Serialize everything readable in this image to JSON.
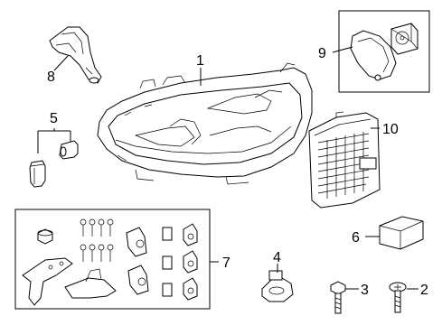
{
  "callouts": {
    "c1": "1",
    "c2": "2",
    "c3": "3",
    "c4": "4",
    "c5": "5",
    "c6": "6",
    "c7": "7",
    "c8": "8",
    "c9": "9",
    "c10": "10"
  },
  "icons": [
    "headlamp-assembly",
    "screw",
    "bolt",
    "actuator",
    "bulbs",
    "control-module",
    "bracket-kit",
    "bracket",
    "fan-cover",
    "led-driver-module"
  ]
}
